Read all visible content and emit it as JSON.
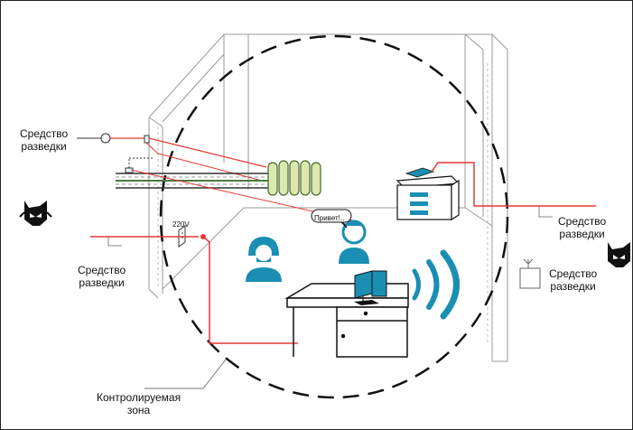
{
  "labels": {
    "means_top_left_1": "Средство",
    "means_top_left_2": "разведки",
    "means_mid_left_1": "Средство",
    "means_mid_left_2": "разведки",
    "means_right_1_1": "Средство",
    "means_right_1_2": "разведки",
    "means_right_2_1": "Средство",
    "means_right_2_2": "разведки",
    "voltage": "220V",
    "speech": "Привет!..",
    "zone_1": "Контролируемая",
    "zone_2": "зона"
  },
  "colors": {
    "line": "#e53935",
    "teal": "#1a8fb3",
    "radiator": "#dce8b0",
    "dark": "#111111"
  }
}
